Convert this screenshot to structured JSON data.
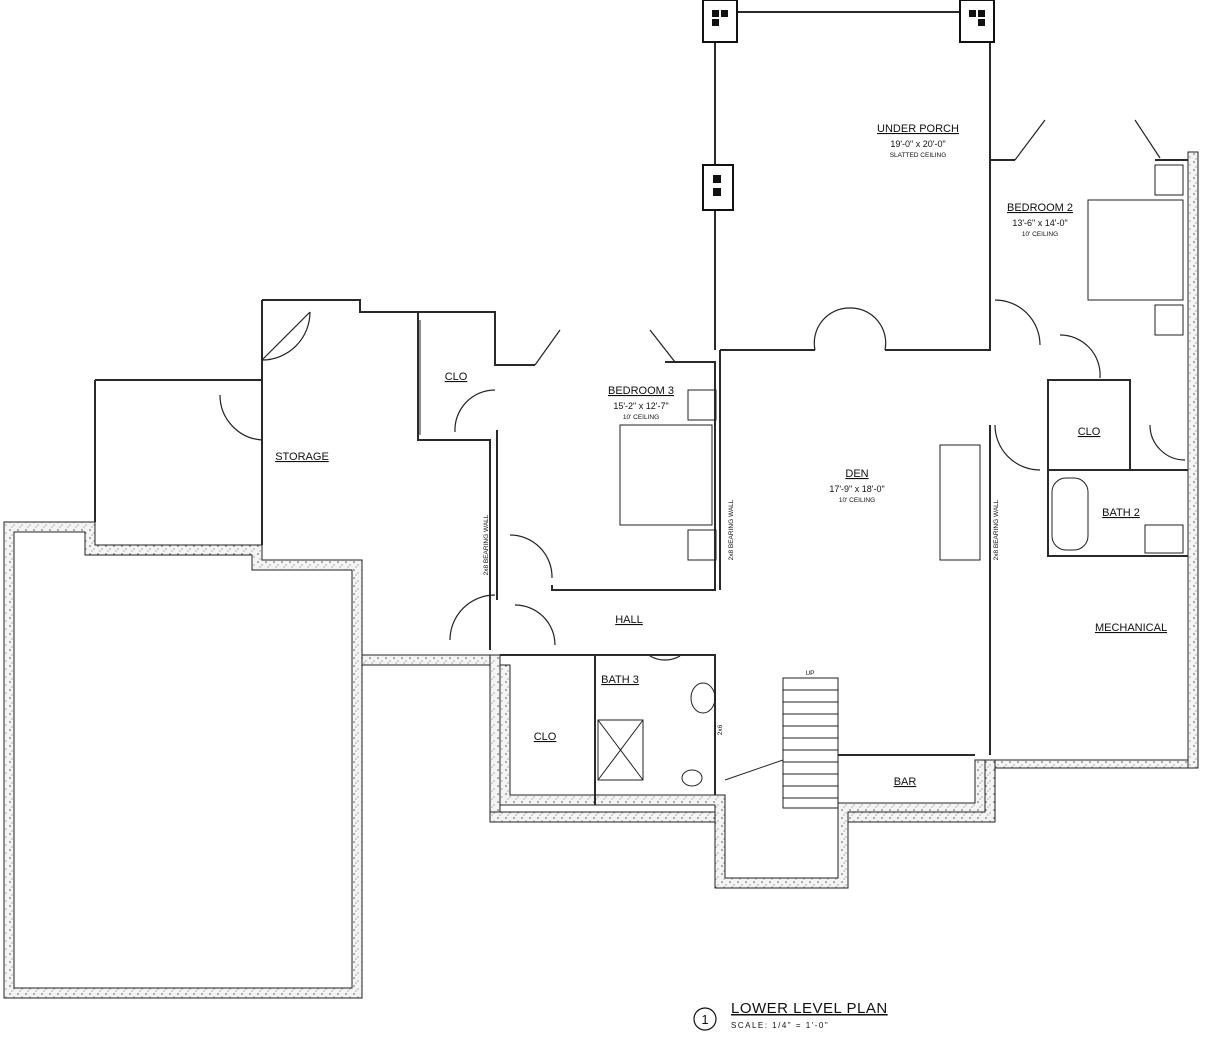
{
  "title_block": {
    "number": "1",
    "title": "LOWER LEVEL PLAN",
    "scale": "SCALE: 1/4\" = 1'-0\""
  },
  "rooms": {
    "under_porch": {
      "name": "UNDER PORCH",
      "dims": "19'-0\" x 20'-0\"",
      "note": "SLATTED CEILING"
    },
    "bedroom2": {
      "name": "BEDROOM 2",
      "dims": "13'-6\" x 14'-0\"",
      "note": "10' CEILING"
    },
    "bedroom3": {
      "name": "BEDROOM 3",
      "dims": "15'-2\" x 12'-7\"",
      "note": "10' CEILING"
    },
    "den": {
      "name": "DEN",
      "dims": "17'-9\" x 18'-0\"",
      "note": "10' CEILING"
    },
    "storage": {
      "name": "STORAGE"
    },
    "clo_bed3": {
      "name": "CLO"
    },
    "clo_bed2": {
      "name": "CLO"
    },
    "bath2": {
      "name": "BATH 2"
    },
    "mechanical": {
      "name": "MECHANICAL"
    },
    "hall": {
      "name": "HALL"
    },
    "clo_hall": {
      "name": "CLO"
    },
    "bath3": {
      "name": "BATH 3"
    },
    "bar": {
      "name": "BAR"
    }
  },
  "annotations": {
    "bearing_left": "2x8 BEARING WALL",
    "bearing_mid": "2x8 BEARING WALL",
    "bearing_right": "2x8 BEARING WALL",
    "stair": "UP",
    "wall_note": "2x6"
  },
  "colors": {
    "wall": "#2a2a2a",
    "foundation_fill": "#e9e9e9",
    "line": "#222222"
  }
}
